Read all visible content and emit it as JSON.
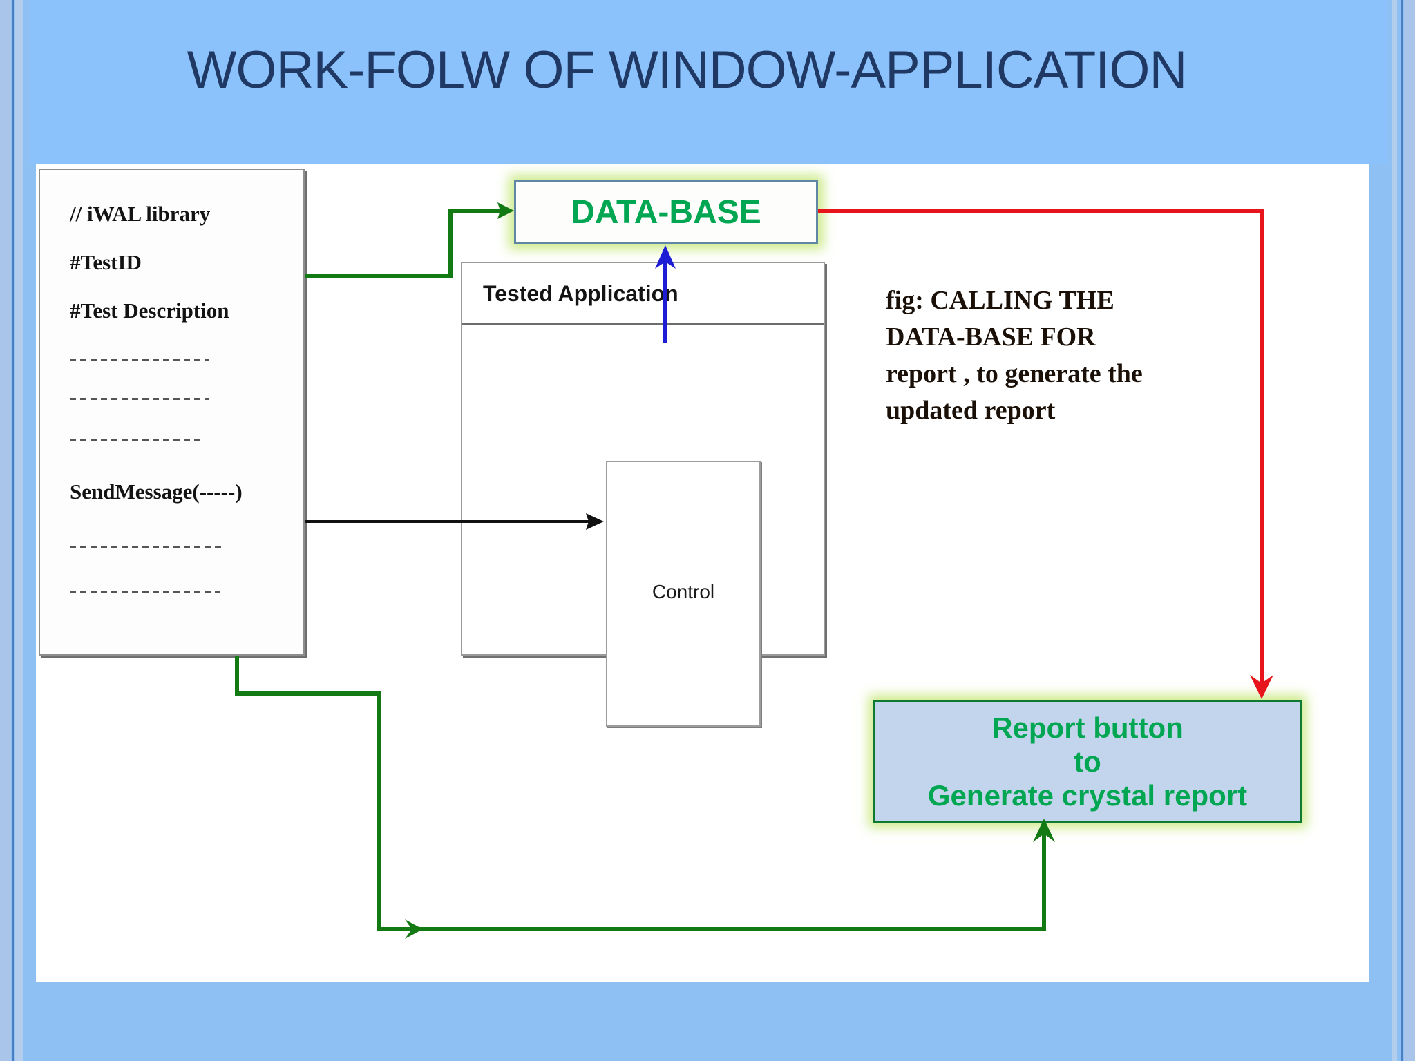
{
  "slide": {
    "title": "WORK-FOLW OF WINDOW-APPLICATION",
    "background_color": "#8fc0f4",
    "header_color": "#8cc2fb",
    "canvas_color": "#ffffff",
    "title_color": "#1f3864"
  },
  "code_box": {
    "name": "test-script-listing",
    "lines": [
      "// iWAL library",
      "#TestID",
      "#Test Description",
      "SendMessage(-----)"
    ],
    "dashed_placeholder_count": 5
  },
  "database": {
    "label": "DATA-BASE",
    "text_color": "#00a651",
    "border_color": "#5f87a5",
    "glow_color": "#c5e778"
  },
  "tested_application": {
    "title": "Tested Application",
    "control_label": "Control",
    "border_color": "#9a9a9a"
  },
  "caption": {
    "line1": "fig: CALLING THE",
    "line2": "DATA-BASE FOR",
    "line3": "report , to generate the",
    "line4": "updated report"
  },
  "report_button": {
    "line1": "Report button",
    "line2": "to",
    "line3": "Generate crystal report",
    "fill_color": "#c3d5ec",
    "text_color": "#00a651",
    "border_color": "#0e7a2f"
  },
  "connectors": [
    {
      "name": "script-to-database",
      "color": "#137a13",
      "from": "test-script-listing",
      "to": "DATA-BASE",
      "style": "elbow-arrow"
    },
    {
      "name": "tested-application-to-database",
      "color": "#1d1dd6",
      "from": "Tested Application",
      "to": "DATA-BASE",
      "style": "straight-arrow-up"
    },
    {
      "name": "script-to-control",
      "color": "#111111",
      "from": "test-script-listing",
      "to": "Control",
      "style": "straight-arrow-right"
    },
    {
      "name": "database-to-report-button",
      "color": "#e8141c",
      "from": "DATA-BASE",
      "to": "Report button",
      "style": "elbow-arrow-down"
    },
    {
      "name": "script-to-report-button",
      "color": "#137a13",
      "from": "test-script-listing",
      "to": "Report button",
      "style": "elbow-arrow-up"
    }
  ]
}
